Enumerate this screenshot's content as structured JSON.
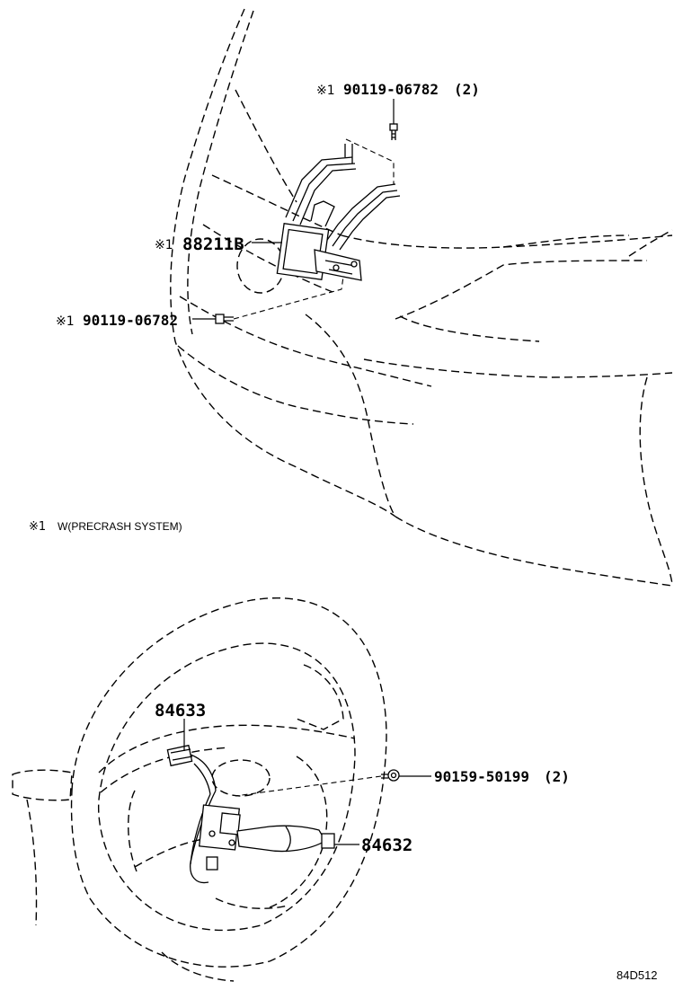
{
  "labels": {
    "bolt_top_mark": "※1",
    "bolt_top_number": "90119-06782",
    "bolt_top_qty": "(2)",
    "sensor_mark": "※1",
    "sensor_number": "88211B",
    "bolt_left_mark": "※1",
    "bolt_left_number": "90119-06782",
    "note_mark": "※1",
    "note_text": "W(PRECRASH SYSTEM)",
    "switch_left_number": "84633",
    "screw_number": "90159-50199",
    "screw_qty": "(2)",
    "switch_right_number": "84632",
    "figure_code": "84D512"
  }
}
